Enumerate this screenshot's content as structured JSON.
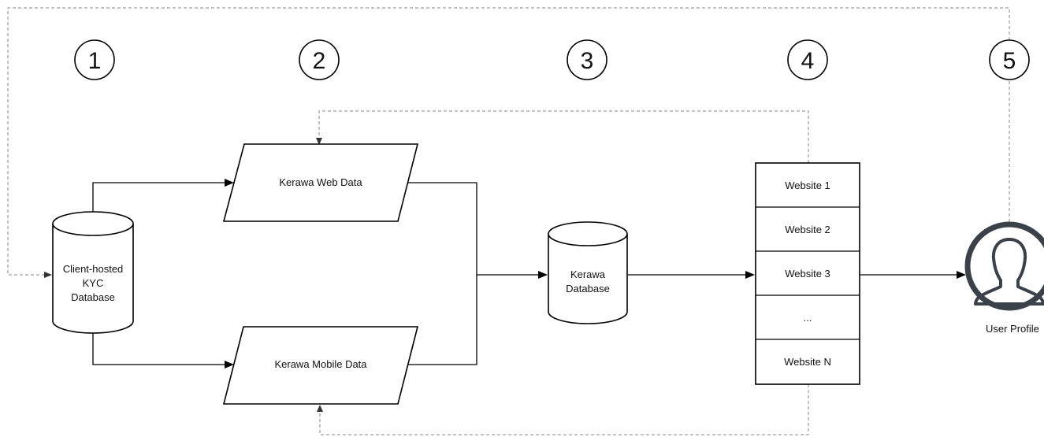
{
  "steps": {
    "step1": "1",
    "step2": "2",
    "step3": "3",
    "step4": "4",
    "step5": "5"
  },
  "nodes": {
    "kyc_database": {
      "line1": "Client-hosted",
      "line2": "KYC",
      "line3": "Database"
    },
    "web_data": "Kerawa Web Data",
    "mobile_data": "Kerawa Mobile Data",
    "kerawa_database": {
      "line1": "Kerawa",
      "line2": "Database"
    },
    "websites": [
      "Website 1",
      "Website 2",
      "Website 3",
      "...",
      "Website N"
    ],
    "user_profile": "User Profile"
  },
  "colors": {
    "stroke": "#000000",
    "dashed": "#8a8a8a",
    "user_icon": "#3a4149"
  }
}
